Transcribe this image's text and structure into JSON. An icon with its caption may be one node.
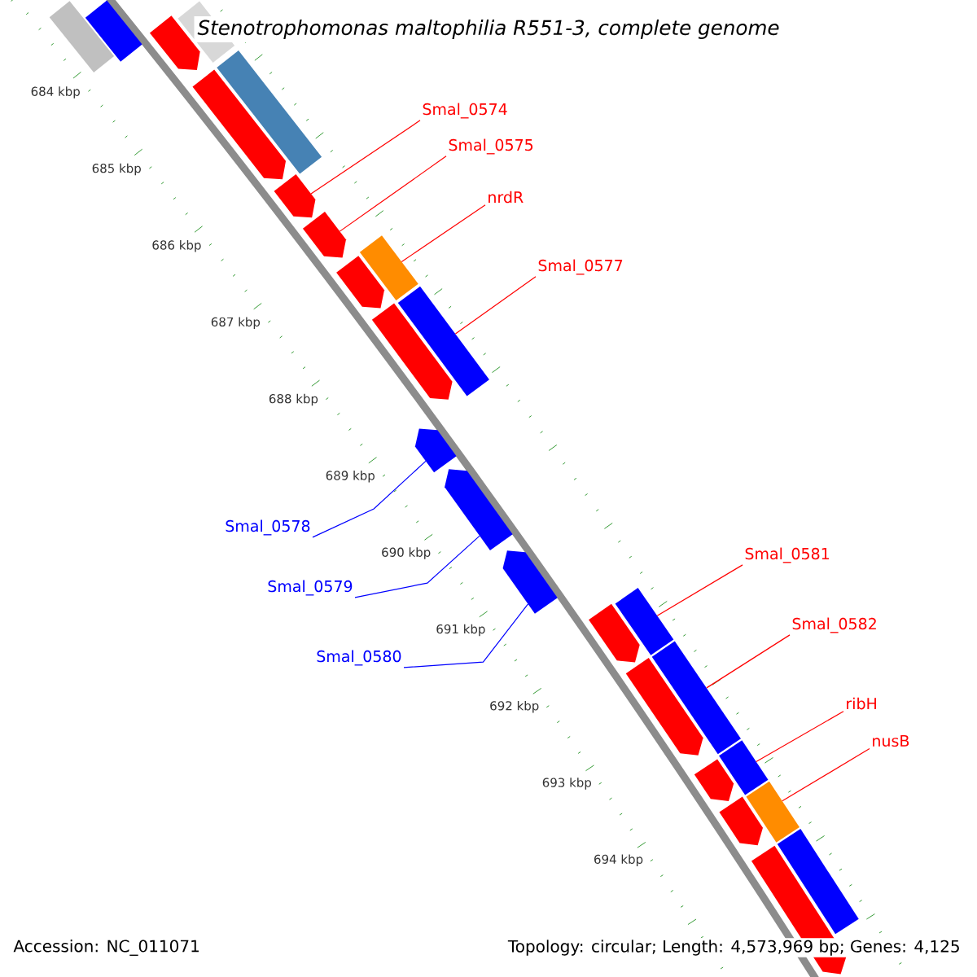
{
  "diagram": {
    "title": "Stenotrophomonas maltophilia R551-3, complete genome",
    "nodes": [
      {
        "text": [
          "Smal_0574"
        ]
      },
      {
        "text": [
          "Smal_0575"
        ]
      },
      {
        "text": [
          "nrdR"
        ]
      },
      {
        "text": [
          "Smal_0577"
        ]
      },
      {
        "text": [
          "Smal_0578"
        ]
      },
      {
        "text": [
          "Smal_0579"
        ]
      },
      {
        "text": [
          "Smal_0580"
        ]
      },
      {
        "text": [
          "Smal_0581"
        ]
      },
      {
        "text": [
          "Smal_0582"
        ]
      },
      {
        "text": [
          "ribH"
        ]
      },
      {
        "text": [
          "nusB"
        ]
      },
      {
        "text": [],
        "shape": "bar"
      },
      {
        "text": [],
        "shape": "bar"
      },
      {
        "text": [],
        "shape": "pentagon"
      },
      {
        "text": [],
        "shape": "bar"
      },
      {
        "text": [],
        "shape": "pentagon"
      },
      {
        "text": [],
        "shape": "bar"
      },
      {
        "text": [],
        "shape": "pentagon"
      },
      {
        "text": [],
        "shape": "pentagon"
      },
      {
        "text": [],
        "shape": "bar"
      },
      {
        "text": [],
        "shape": "pentagon"
      },
      {
        "text": [],
        "shape": "pentagon"
      },
      {
        "text": [],
        "shape": "bar"
      },
      {
        "text": [],
        "shape": "pentagon"
      },
      {
        "text": [],
        "shape": "pentagon"
      },
      {
        "text": [],
        "shape": "pentagon"
      },
      {
        "text": [],
        "shape": "pentagon"
      },
      {
        "text": [],
        "shape": "bar"
      },
      {
        "text": [],
        "shape": "pentagon"
      },
      {
        "text": [],
        "shape": "bar"
      },
      {
        "text": [],
        "shape": "bar"
      },
      {
        "text": [],
        "shape": "pentagon"
      },
      {
        "text": [],
        "shape": "pentagon"
      },
      {
        "text": [],
        "shape": "bar"
      },
      {
        "text": [],
        "shape": "pentagon"
      },
      {
        "text": [],
        "shape": "bar"
      }
    ],
    "edges": [
      {
        "from": 0,
        "to": 17,
        "arrow": "none"
      },
      {
        "from": 1,
        "to": 18,
        "arrow": "none"
      },
      {
        "from": 2,
        "to": 19,
        "arrow": "none"
      },
      {
        "from": 3,
        "to": 22,
        "arrow": "none"
      },
      {
        "from": 4,
        "to": 23,
        "arrow": "none",
        "color": "#0000ff"
      },
      {
        "from": 5,
        "to": 24,
        "arrow": "none",
        "color": "#0000ff"
      },
      {
        "from": 6,
        "to": 25,
        "arrow": "none",
        "color": "#0000ff"
      },
      {
        "from": 7,
        "to": 27,
        "arrow": "none"
      },
      {
        "from": 8,
        "to": 29,
        "arrow": "none"
      },
      {
        "from": 9,
        "to": 30,
        "arrow": "none"
      },
      {
        "from": 10,
        "to": 33,
        "arrow": "none"
      }
    ],
    "labels": [
      "684 kbp",
      "685 kbp",
      "686 kbp",
      "687 kbp",
      "688 kbp",
      "689 kbp",
      "690 kbp",
      "691 kbp",
      "692 kbp",
      "693 kbp",
      "694 kbp",
      "Accession: NC_011071",
      "Topology: circular; Length: 4,573,969 bp; Genes: 4,125"
    ]
  }
}
